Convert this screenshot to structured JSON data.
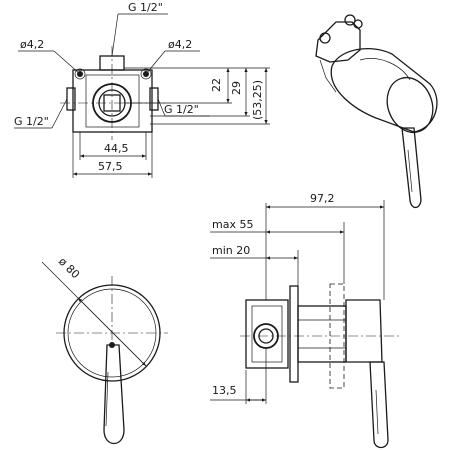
{
  "front_view": {
    "thread_top": "G 1/2\"",
    "hole_left": "ø4,2",
    "hole_right": "ø4,2",
    "thread_left": "G 1/2\"",
    "thread_right": "G 1/2\"",
    "dim_22": "22",
    "dim_29": "29",
    "dim_53": "(53,25)",
    "dim_44": "44,5",
    "dim_57": "57,5"
  },
  "round_view": {
    "diameter": "ø 80"
  },
  "side_view": {
    "dim_97": "97,2",
    "max_label": "max 55",
    "min_label": "min 20",
    "dim_13": "13,5"
  }
}
